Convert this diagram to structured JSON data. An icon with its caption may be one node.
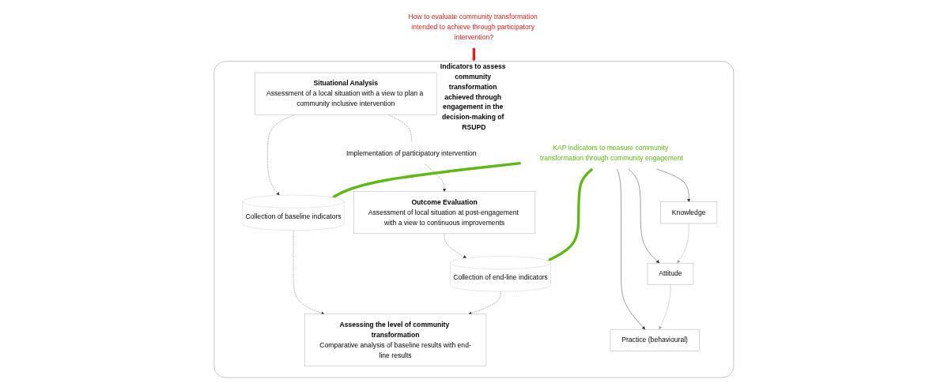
{
  "diagram": {
    "nodes": [
      {
        "text": [
          "How to evaluate community transformation intended to achieve through participatory intervention?"
        ]
      },
      {
        "text": [
          "Indicators to assess community transformation achieved through engagement in the decision-making of RSUPD"
        ]
      },
      {
        "text": [
          "Situational Analysis",
          "Assessment of a local situation with a view to plan a community inclusive intervention"
        ],
        "in": 1
      },
      {
        "text": [
          "Implementation of participatory intervention"
        ],
        "in": 1
      },
      {
        "text": [
          "Outcome Evaluation",
          "Assessment of local situation at post-engagement with a view to continuous improvements"
        ],
        "in": 1
      },
      {
        "text": [
          "Collection of baseline indicators"
        ],
        "in": 1
      },
      {
        "text": [
          "Assessing the level of community transformation",
          "Comparative analysis of baseline results with end-line results"
        ],
        "in": 1
      },
      {
        "text": [
          "Collection of end-line indicators"
        ],
        "in": 1
      },
      {
        "text": [
          "KAP indicators to measure community transformation through community engagement"
        ],
        "in": 1
      },
      {
        "text": [
          "Knowledge"
        ],
        "in": 1
      },
      {
        "text": [
          "Attitude"
        ],
        "in": 1
      },
      {
        "text": [
          "Practice (behavioural)"
        ],
        "in": 1
      }
    ],
    "edges": [
      {
        "from": 0,
        "to": 1,
        "arrow": "to",
        "style": "thick",
        "color": "#e0201b"
      },
      {
        "from": 2,
        "to": 3,
        "arrow": "none",
        "style": "dashed"
      },
      {
        "from": 3,
        "to": 4,
        "arrow": "to",
        "style": "dashed"
      },
      {
        "from": 2,
        "to": 5,
        "arrow": "to",
        "style": "dashed"
      },
      {
        "from": 5,
        "to": 6,
        "arrow": "to",
        "style": "dashed"
      },
      {
        "from": 4,
        "to": 7,
        "arrow": "to",
        "style": "dashed"
      },
      {
        "from": 7,
        "to": 6,
        "arrow": "to",
        "style": "dashed"
      },
      {
        "from": 8,
        "to": 5,
        "arrow": "to",
        "style": "thick",
        "color": "#5fb817"
      },
      {
        "from": 8,
        "to": 7,
        "arrow": "to",
        "style": "thick",
        "color": "#5fb817"
      },
      {
        "from": 8,
        "to": 9,
        "arrow": "to"
      },
      {
        "from": 8,
        "to": 10,
        "arrow": "to"
      },
      {
        "from": 8,
        "to": 11,
        "arrow": "to"
      },
      {
        "from": 9,
        "to": 10,
        "arrow": "to",
        "color": "#aaaaaa"
      },
      {
        "from": 10,
        "to": 11,
        "arrow": "to",
        "color": "#aaaaaa"
      }
    ]
  }
}
